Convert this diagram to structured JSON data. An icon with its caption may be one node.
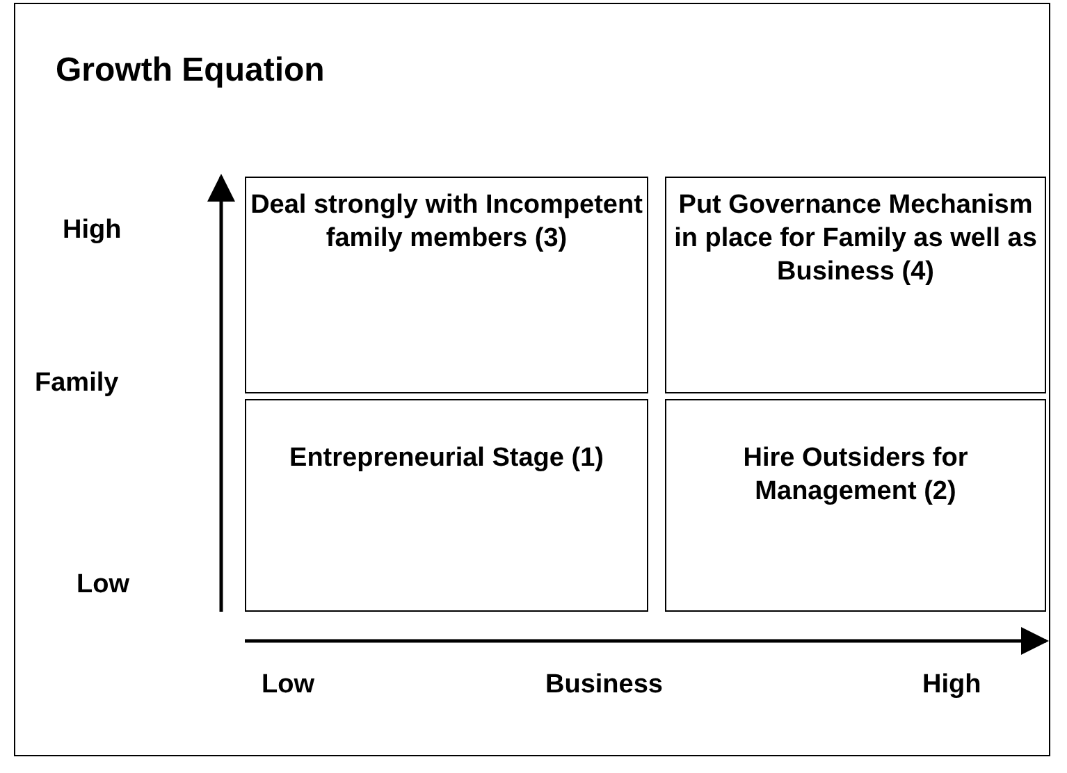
{
  "diagram": {
    "title": "Growth Equation",
    "nodes": [
      {
        "text": [
          "Deal strongly with Incompetent family members (3)"
        ]
      },
      {
        "text": [
          "Put Governance Mechanism in place for Family as well as Business (4)"
        ]
      },
      {
        "text": [
          "Entrepreneurial Stage (1)"
        ]
      },
      {
        "text": [
          "Hire Outsiders for Management (2)"
        ]
      }
    ],
    "labels": [
      "High",
      "Family",
      "Low",
      "Low",
      "Business",
      "High"
    ]
  }
}
